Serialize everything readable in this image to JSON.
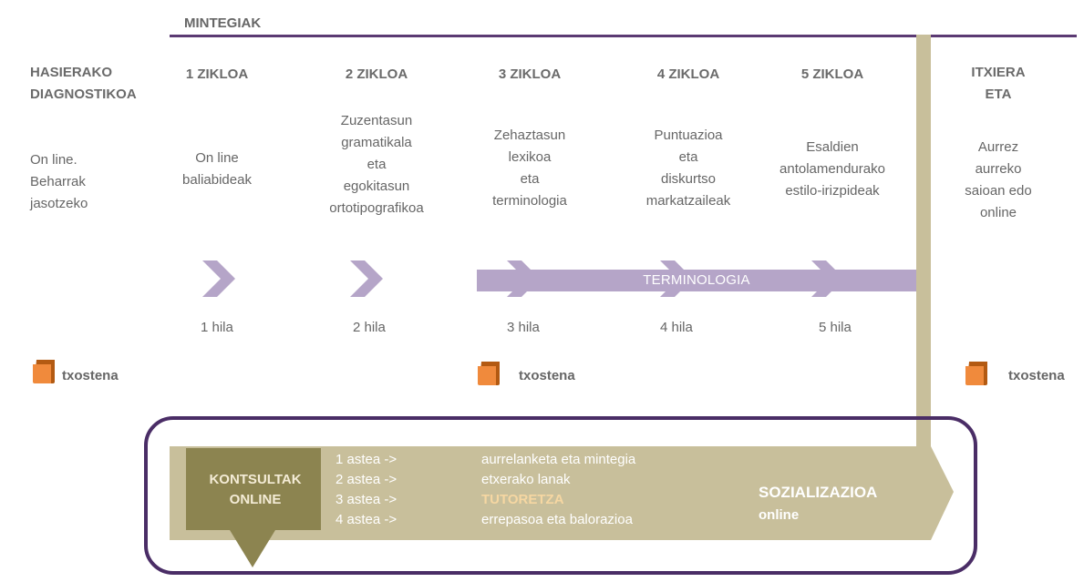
{
  "mintegiak": {
    "title": "MINTEGIAK"
  },
  "columns": [
    {
      "heading": [
        "HASIERAKO",
        "DIAGNOSTIKOA"
      ],
      "description": [
        "On line.",
        "Beharrak",
        "jasotzeko"
      ]
    },
    {
      "heading": [
        "1 ZIKLOA"
      ],
      "description": [
        "On line",
        "baliabideak"
      ],
      "month": "1 hila"
    },
    {
      "heading": [
        "2 ZIKLOA"
      ],
      "description": [
        "Zuzentasun",
        "gramatikala",
        "eta",
        "egokitasun",
        "ortotipografikoa"
      ],
      "month": "2 hila"
    },
    {
      "heading": [
        "3 ZIKLOA"
      ],
      "description": [
        "Zehaztasun",
        "lexikoa",
        "eta",
        "terminologia"
      ],
      "month": "3 hila"
    },
    {
      "heading": [
        "4 ZIKLOA"
      ],
      "description": [
        "Puntuazioa",
        "eta",
        "diskurtso",
        "markatzaileak"
      ],
      "month": "4 hila"
    },
    {
      "heading": [
        "5 ZIKLOA"
      ],
      "description": [
        "Esaldien",
        "antolamendurako",
        "estilo-irizpideak"
      ],
      "month": "5 hila"
    },
    {
      "heading": [
        "ITXIERA",
        "ETA"
      ],
      "description": [
        "Aurrez",
        "aurreko",
        "saioan edo",
        "online"
      ]
    }
  ],
  "terminologia_band": {
    "label": "TERMINOLOGIA"
  },
  "reports": [
    {
      "icon": "document-icon",
      "label": "txostena"
    },
    {
      "icon": "document-icon",
      "label": "txostena"
    },
    {
      "icon": "document-icon",
      "label": "txostena"
    }
  ],
  "kontsultak": {
    "line1": "KONTSULTAK",
    "line2": "ONLINE"
  },
  "weeks": [
    {
      "week": "1 astea ->",
      "activity": "aurrelanketa eta mintegia"
    },
    {
      "week": "2 astea ->",
      "activity": "etxerako lanak"
    },
    {
      "week": "3 astea ->",
      "activity": "TUTORETZA"
    },
    {
      "week": "4 astea ->",
      "activity": "errepasoa eta balorazioa"
    }
  ],
  "sozializazioa": {
    "title": "SOZIALIZAZIOA",
    "subtitle": "online"
  },
  "colors": {
    "purple_line": "#5b3a73",
    "lavender": "#b5a5c8",
    "khaki": "#c8bf9b",
    "dark_olive": "#8c8450",
    "orange_doc": "#f08a3c"
  }
}
